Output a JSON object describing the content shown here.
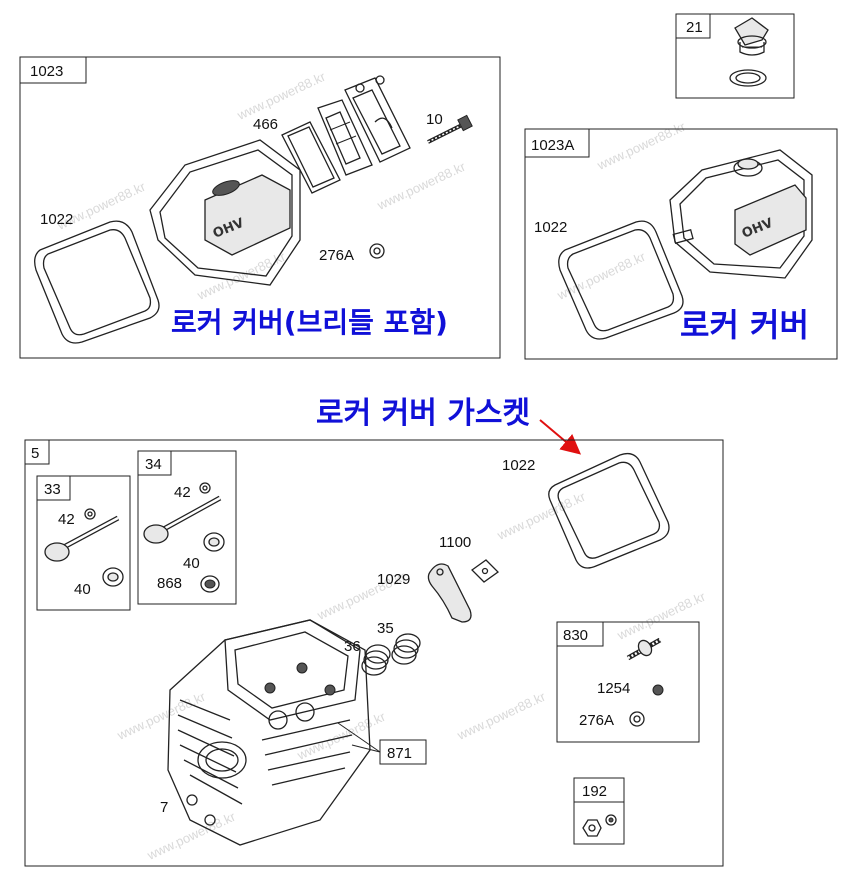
{
  "boxes": {
    "b1023": "1023",
    "b21": "21",
    "b1023a": "1023A",
    "b5": "5",
    "b33": "33",
    "b34": "34",
    "b830": "830",
    "b192": "192",
    "b871": "871"
  },
  "labels": {
    "p466": "466",
    "p10": "10",
    "p1022_a": "1022",
    "p276a_a": "276A",
    "p1022_b": "1022",
    "p1022_c": "1022",
    "p42_a": "42",
    "p40_a": "40",
    "p42_b": "42",
    "p40_b": "40",
    "p868": "868",
    "p1100": "1100",
    "p1029": "1029",
    "p36": "36",
    "p35": "35",
    "p1254": "1254",
    "p276a_b": "276A",
    "p7": "7"
  },
  "korean": {
    "cover_with_breather": "로커 커버(브리들 포함)",
    "cover": "로커 커버",
    "gasket": "로커 커버 가스켓"
  },
  "watermark": "www.power88.kr",
  "colors": {
    "annotation": "#1010d8",
    "arrow": "#e01010",
    "line": "#222222"
  }
}
